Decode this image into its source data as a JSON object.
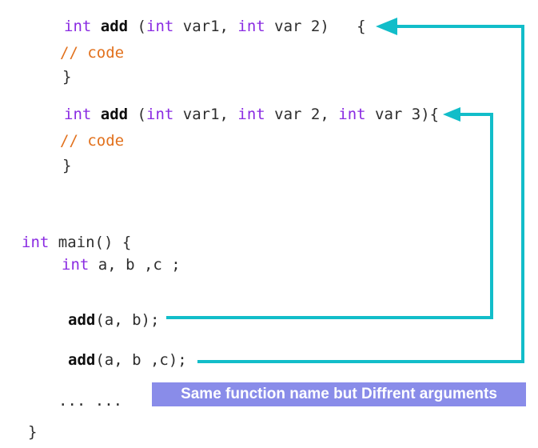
{
  "colors": {
    "background": "#ffffff",
    "keyword": "#8A2BE2",
    "plain": "#2D2D2D",
    "bold": "#0F0F0F",
    "comment": "#E2711D",
    "arrow": "#12BDC9",
    "badge_bg": "#898CE9",
    "badge_text": "#ffffff"
  },
  "code_lines": {
    "func1_signature": [
      {
        "text": "int",
        "style": "keyword"
      },
      {
        "text": " ",
        "style": "plain"
      },
      {
        "text": "add",
        "style": "bold"
      },
      {
        "text": " (",
        "style": "plain"
      },
      {
        "text": "int",
        "style": "keyword"
      },
      {
        "text": " var1, ",
        "style": "plain"
      },
      {
        "text": "int",
        "style": "keyword"
      },
      {
        "text": " var 2)   {",
        "style": "plain"
      }
    ],
    "func1_comment": [
      {
        "text": "// code",
        "style": "comment"
      }
    ],
    "func1_close": [
      {
        "text": "}",
        "style": "plain"
      }
    ],
    "func2_signature": [
      {
        "text": "int",
        "style": "keyword"
      },
      {
        "text": " ",
        "style": "plain"
      },
      {
        "text": "add",
        "style": "bold"
      },
      {
        "text": " (",
        "style": "plain"
      },
      {
        "text": "int",
        "style": "keyword"
      },
      {
        "text": " var1, ",
        "style": "plain"
      },
      {
        "text": "int",
        "style": "keyword"
      },
      {
        "text": " var 2, ",
        "style": "plain"
      },
      {
        "text": "int",
        "style": "keyword"
      },
      {
        "text": " var 3){",
        "style": "plain"
      }
    ],
    "func2_comment": [
      {
        "text": "// code",
        "style": "comment"
      }
    ],
    "func2_close": [
      {
        "text": "}",
        "style": "plain"
      }
    ],
    "main_signature": [
      {
        "text": "int",
        "style": "keyword"
      },
      {
        "text": " main() {",
        "style": "plain"
      }
    ],
    "main_vars": [
      {
        "text": "int",
        "style": "keyword"
      },
      {
        "text": " a, b ,c ;",
        "style": "plain"
      }
    ],
    "call_two_args": [
      {
        "text": "add",
        "style": "bold"
      },
      {
        "text": "(a, b);",
        "style": "plain"
      }
    ],
    "call_three_args": [
      {
        "text": "add",
        "style": "bold"
      },
      {
        "text": "(a, b ,c);",
        "style": "plain"
      }
    ],
    "ellipsis": [
      {
        "text": "... ...",
        "style": "plain"
      }
    ],
    "main_close": [
      {
        "text": "}",
        "style": "plain"
      }
    ]
  },
  "badge": {
    "label": "Same function name but Diffrent arguments"
  },
  "arrows": [
    {
      "name": "arrow-call-two-args-to-func2",
      "description": "teal connector from add(a, b); up to second definition brace"
    },
    {
      "name": "arrow-call-three-args-to-func1",
      "description": "teal connector from add(a, b ,c); up to first definition brace"
    }
  ]
}
